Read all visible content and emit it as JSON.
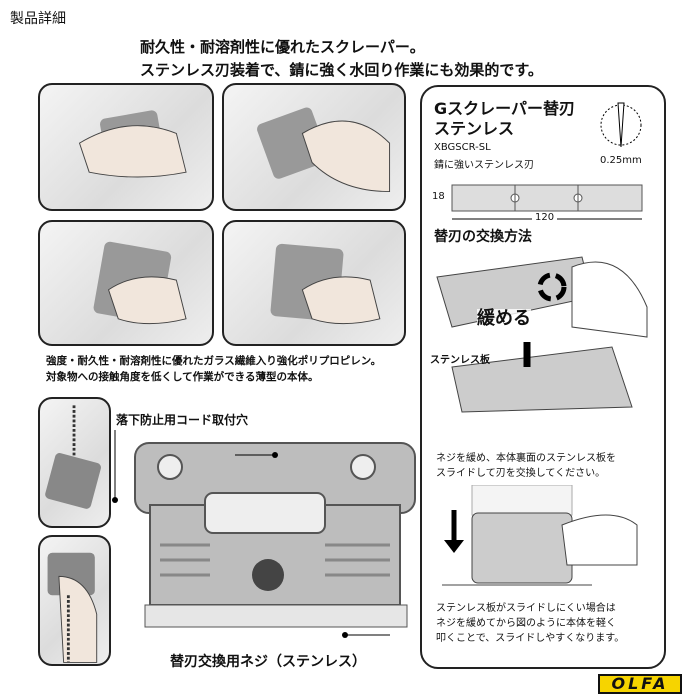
{
  "page_title": "製品詳細",
  "headline": [
    "耐久性・耐溶剤性に優れたスクレーパー。",
    "ステンレス刃装着で、錆に強く水回り作業にも効果的です。"
  ],
  "caption": [
    "強度・耐久性・耐溶剤性に優れたガラス繊維入り強化ポリプロピレン。",
    "対象物への接触角度を低くして作業ができる薄型の本体。"
  ],
  "diagram": {
    "cord_hole_label": "落下防止用コード取付穴",
    "screw_label": "替刃交換用ネジ（ステンレス）"
  },
  "blade_box": {
    "title": [
      "Gスクレーパー替刃",
      "ステンレス"
    ],
    "model": "XBGSCR-SL",
    "desc": "錆に強いステンレス刃",
    "thickness": "0.25mm",
    "height": "18",
    "width": "120",
    "howto_title": "替刃の交換方法",
    "loosen_label": "緩める",
    "plate_label": "ステンレス板",
    "step1": [
      "ネジを緩め、本体裏面のステンレス板を",
      "スライドして刃を交換してください。"
    ],
    "step2": [
      "ステンレス板がスライドしにくい場合は",
      "ネジを緩めてから図のように本体を軽く",
      "叩くことで、スライドしやすくなります。"
    ]
  },
  "logo": "OLFA",
  "colors": {
    "logo_bg": "#f6d400"
  }
}
